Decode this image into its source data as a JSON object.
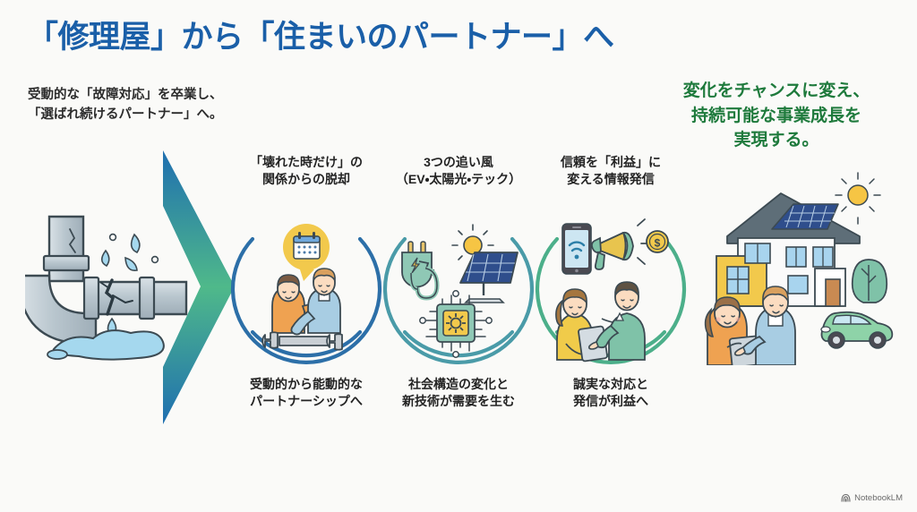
{
  "slide": {
    "background_color": "#FAFAF8",
    "title": "「修理屋」から「住まいのパートナー」へ",
    "title_color": "#1A5FA8",
    "subtitle": "受動的な「故障対応」を卒業し、\n「選ばれ続けるパートナー」へ。",
    "subtitle_color": "#2B2B2B",
    "green_message": "変化をチャンスに変え、\n持続可能な事業成長を\n実現する。",
    "green_message_color": "#1E7A3C"
  },
  "left_illustration": {
    "name": "broken-water-pipe",
    "description": "ひび割れた配管から水が漏れている",
    "pipe_color": "#B8C4CC",
    "water_color": "#A5D8EE"
  },
  "arrow": {
    "name": "chevron-arrow",
    "gradient_start": "#1F6FB0",
    "gradient_mid": "#4FB98A",
    "gradient_end": "#1F6FB0"
  },
  "steps": [
    {
      "id": "step-1",
      "header": "「壊れた時だけ」の\n関係からの脱却",
      "caption": "受動的から能動的な\nパートナーシップへ",
      "ring_color": "#2C6FA8",
      "icons": [
        "calendar-icon",
        "two-people-icon",
        "wrench-icon"
      ],
      "accent": "#F2C94C"
    },
    {
      "id": "step-2",
      "header": "3つの追い風\n（EV・太陽光・テック）",
      "caption": "社会構造の変化と\n新技術が需要を生む",
      "ring_color": "#4A9BA8",
      "icons": [
        "ev-plug-icon",
        "solar-panel-icon",
        "microchip-gear-icon"
      ],
      "accent": "#8FC8B5"
    },
    {
      "id": "step-3",
      "header": "信頼を「利益」に\n変える情報発信",
      "caption": "誠実な対応と\n発信が利益へ",
      "ring_color": "#4CAF8A",
      "icons": [
        "smartphone-wifi-icon",
        "megaphone-icon",
        "dollar-coin-icon",
        "woman-tablet-icon",
        "man-pointing-icon"
      ],
      "accent": "#EFC34A"
    }
  ],
  "right_illustration": {
    "name": "house-with-solar-and-couple",
    "description": "太陽光パネル付きの家・太陽・木・緑の車・タブレットを持つ夫婦",
    "solar_color": "#2F4E8C",
    "car_color": "#8ED3A8",
    "sun_color": "#F6C544"
  },
  "watermark": {
    "label": "NotebookLM",
    "icon": "notebooklm-icon",
    "color": "#6B6B6B"
  }
}
